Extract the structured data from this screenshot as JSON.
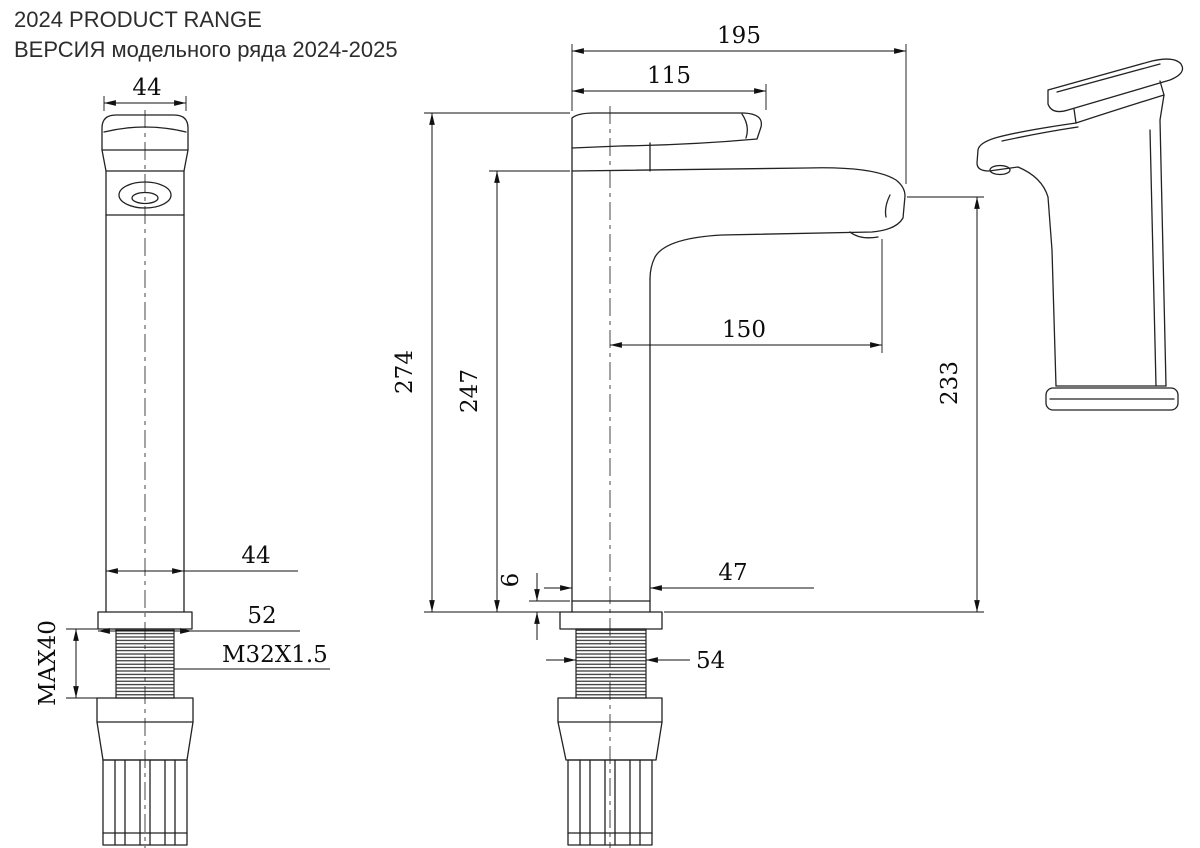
{
  "title": {
    "line1": "2024 PRODUCT RANGE",
    "line2": "ВЕРСИЯ модельного ряда 2024-2025"
  },
  "drawing": {
    "front_view": {
      "dim_top_width": "44",
      "dim_body_width": "44",
      "dim_base_plate_width": "52",
      "thread_spec": "M32X1.5",
      "dim_max_mount_depth": "MAX40"
    },
    "side_view": {
      "dim_overall_reach": "195",
      "dim_handle_reach": "115",
      "dim_overall_height": "274",
      "dim_height_to_spout_top": "247",
      "dim_spout_reach": "150",
      "dim_spout_outlet_height": "233",
      "dim_base_step": "6",
      "dim_body_depth": "47",
      "dim_thread_nut_width": "54"
    }
  }
}
